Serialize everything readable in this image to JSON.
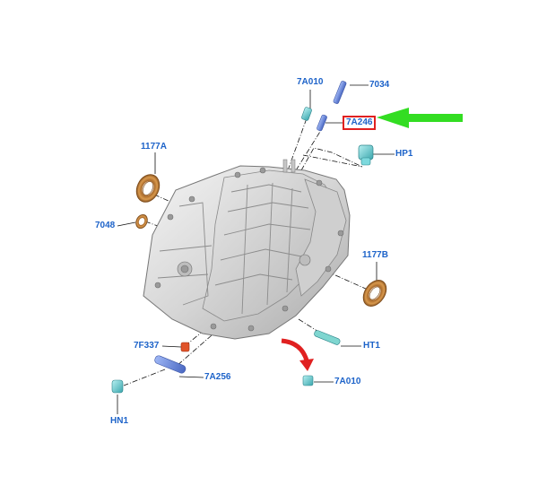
{
  "diagram": {
    "colors": {
      "callout_text": "#1d63c9",
      "highlight_box": "#e02020",
      "pointer_arrow": "#33dd22",
      "rotation_arrow": "#e02020",
      "seal_bronze": "#c8863a",
      "sensor_cyan": "#5fd3d8",
      "pin_blue": "#6f8fe0",
      "plug_orange": "#e0542a"
    },
    "callouts": {
      "c_7a010_top": "7A010",
      "c_7034": "7034",
      "c_7a246": "7A246",
      "c_hp1": "HP1",
      "c_1177a": "1177A",
      "c_7048": "7048",
      "c_1177b": "1177B",
      "c_7f337": "7F337",
      "c_ht1": "HT1",
      "c_7a256": "7A256",
      "c_7a010_bottom": "7A010",
      "c_hn1": "HN1"
    },
    "highlighted_part": "7A246",
    "parts": {
      "housing": "transmission-housing-illustration",
      "seal_left": "seal-ring",
      "seal_small": "small-seal-ring",
      "seal_right": "seal-ring",
      "plug": "plug",
      "bolt": "bolt",
      "sensor_hp1": "sensor",
      "sensor_hn1": "sensor",
      "sensor_bottom": "sensor",
      "pins": "dowel-pin",
      "arrow_pointer": "pointer-arrow",
      "arrow_rotation": "rotation-arrow"
    }
  }
}
